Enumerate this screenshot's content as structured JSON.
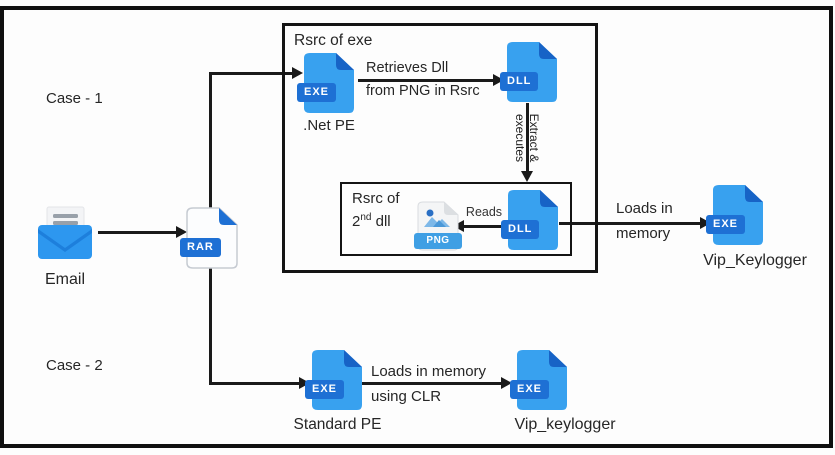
{
  "diagram": {
    "case1_label": "Case - 1",
    "case2_label": "Case - 2",
    "outer_box_title": "Rsrc of exe",
    "inner_box": {
      "line1": "Rsrc of",
      "num": "2",
      "sup": "nd",
      "rest": " dll"
    },
    "nodes": {
      "email": {
        "label": "Email"
      },
      "rar": {
        "badge": "RAR"
      },
      "net_pe": {
        "badge": "EXE",
        "label": ".Net PE"
      },
      "dll_top": {
        "badge": "DLL"
      },
      "png": {
        "badge": "PNG"
      },
      "dll_inner": {
        "badge": "DLL"
      },
      "vip_keylogger_top": {
        "badge": "EXE",
        "label": "Vip_Keylogger"
      },
      "standard_pe": {
        "badge": "EXE",
        "label": "Standard PE"
      },
      "vip_keylogger_bottom": {
        "badge": "EXE",
        "label": "Vip_keylogger"
      }
    },
    "edges": {
      "retrieves": {
        "line1": "Retrieves Dll",
        "line2": "from PNG in Rsrc"
      },
      "extract": {
        "line1": "Extract &",
        "line2": "executes"
      },
      "reads": {
        "label": "Reads"
      },
      "loads_memory": {
        "line1": "Loads in",
        "line2": "memory"
      },
      "loads_clr": {
        "line1": "Loads in memory",
        "line2": "using CLR"
      }
    },
    "colors": {
      "doc_blue": "#38a1ef",
      "fold_blue": "#1763c6",
      "badge_blue": "#1e70d4",
      "png_banner_blue": "#3f9fe4",
      "envelope_blue": "#2d97ef",
      "line_black": "#1a1a1a"
    }
  }
}
